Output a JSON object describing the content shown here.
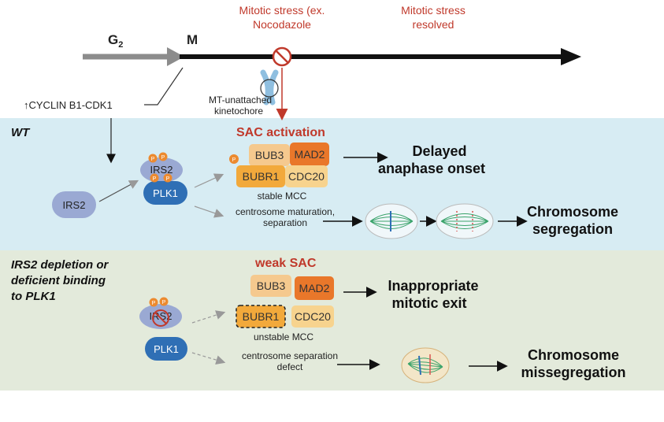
{
  "timeline": {
    "g2": "G",
    "g2_sub": "2",
    "m": "M",
    "mitotic_stress_line1": "Mitotic stress (ex.",
    "mitotic_stress_line2": "Nocodazole",
    "stress_resolved_line1": "Mitotic stress",
    "stress_resolved_line2": "resolved"
  },
  "cyclin": "↑CYCLIN B1-CDK1",
  "kinetochore_line1": "MT-unattached",
  "kinetochore_line2": "kinetochore",
  "wt": {
    "label": "WT",
    "sac": "SAC activation",
    "irs2": "IRS2",
    "irs2_complex": "IRS2",
    "plk1": "PLK1",
    "p": "P",
    "bub3": "BUB3",
    "mad2": "MAD2",
    "bubr1": "BUBR1",
    "cdc20": "CDC20",
    "mcc": "stable MCC",
    "centro_line1": "centrosome maturation,",
    "centro_line2": "separation",
    "outcome1_line1": "Delayed",
    "outcome1_line2": "anaphase onset",
    "outcome2_line1": "Chromosome",
    "outcome2_line2": "segregation"
  },
  "mut": {
    "label_line1": "IRS2 depletion or",
    "label_line2": "deficient binding",
    "label_line3": "to PLK1",
    "sac": "weak SAC",
    "irs2": "IRS2",
    "plk1": "PLK1",
    "p": "P",
    "bub3": "BUB3",
    "mad2": "MAD2",
    "bubr1": "BUBR1",
    "cdc20": "CDC20",
    "mcc": "unstable MCC",
    "centro_line1": "centrosome separation",
    "centro_line2": "defect",
    "outcome1_line1": "Inappropriate",
    "outcome1_line2": "mitotic exit",
    "outcome2_line1": "Chromosome",
    "outcome2_line2": "missegregation"
  },
  "colors": {
    "wt_bg": "#d7ecf3",
    "mut_bg": "#e3eadb",
    "red": "#c0392b",
    "plk1": "#2f6fb5",
    "irs2": "#9aa9d3",
    "bub3": "#f5c98e",
    "mad2": "#e9772a",
    "bubr1": "#f2a93b",
    "cdc20": "#f7d38e",
    "phospho": "#ec8a2f"
  }
}
